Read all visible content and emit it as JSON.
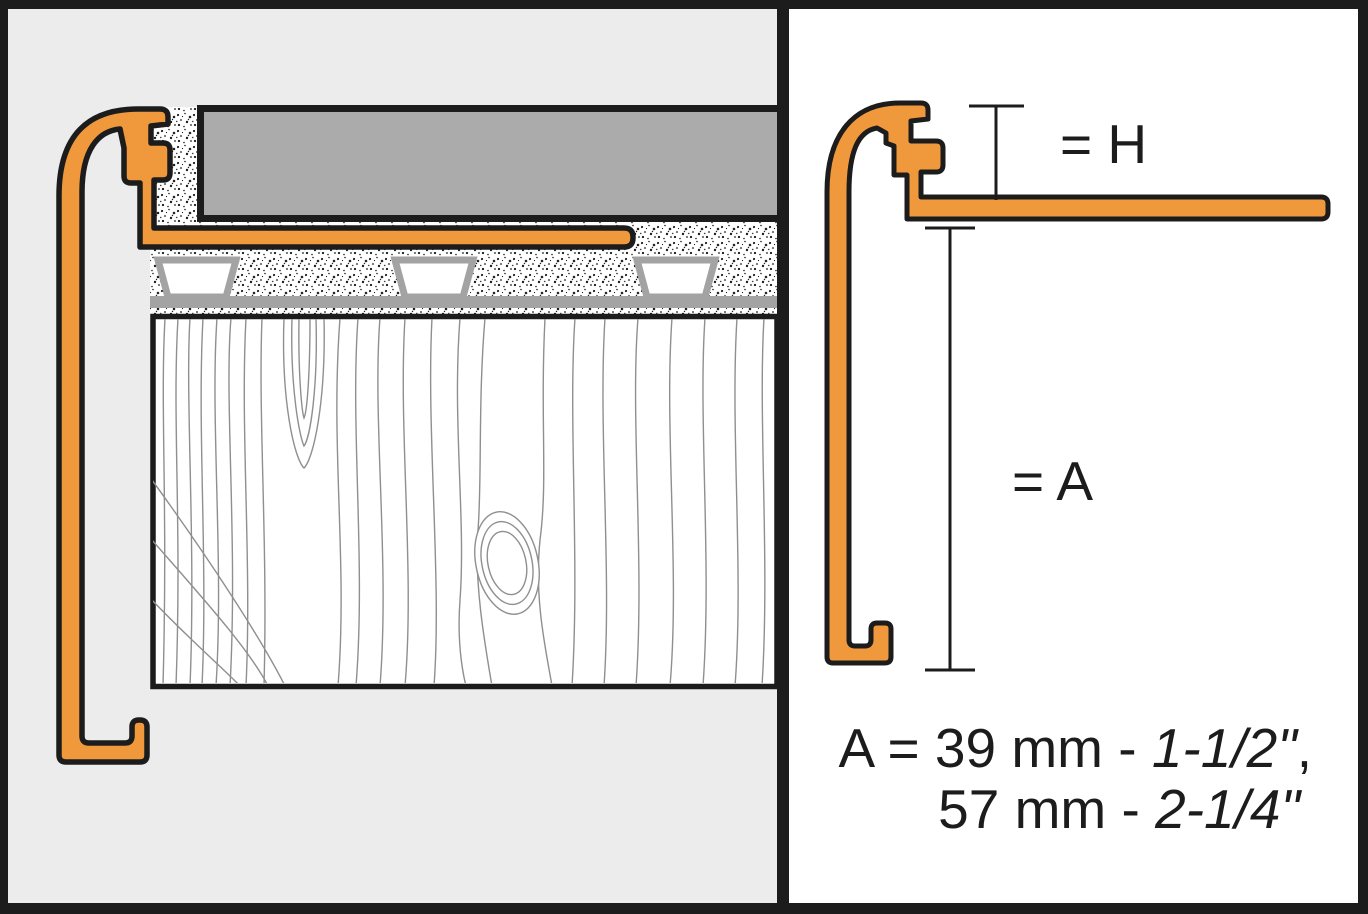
{
  "diagram": {
    "title_note": "profile cross-section diagram",
    "panels": [
      "installed-assembly-section",
      "profile-dimension-drawing"
    ]
  },
  "colors": {
    "profile_orange": "#F0993C",
    "outline_black": "#1C1C1C",
    "left_panel_bg": "#ECECEC",
    "right_panel_bg": "#FFFFFF",
    "tile_gray": "#ABABAB",
    "membrane_gray": "#A3A3A3",
    "grain_gray": "#8F8F8F"
  },
  "labels": {
    "dim_h": "= H",
    "dim_a": "= A"
  },
  "spec_text": {
    "line1_prefix": "A = 39 mm - ",
    "line1_imperial": "1-1/2\"",
    "line1_suffix": ",",
    "line2_prefix": "57 mm - ",
    "line2_imperial": "2-1/4\""
  },
  "dimensions": {
    "A_values": [
      "39 mm - 1-1/2\"",
      "57 mm - 2-1/4\""
    ]
  }
}
